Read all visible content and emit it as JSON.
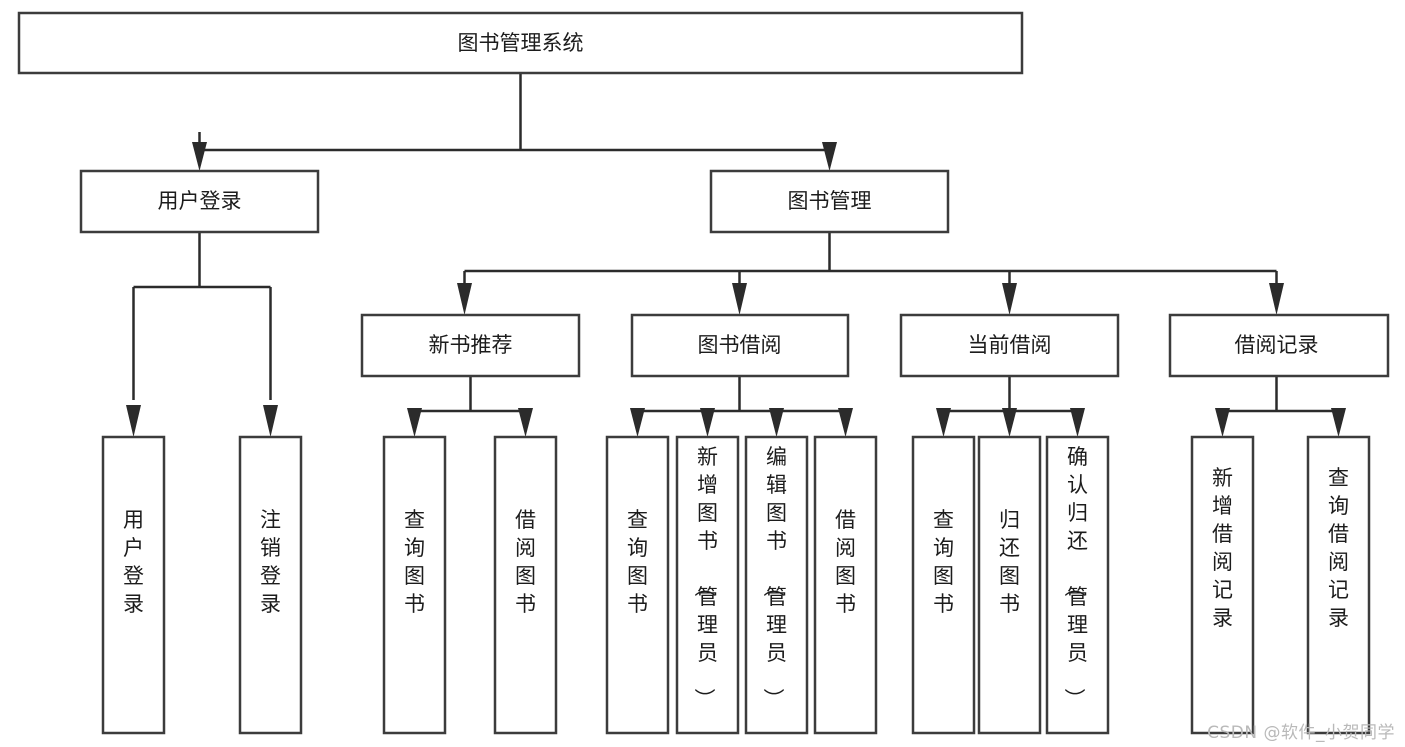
{
  "diagram": {
    "title": "图书管理系统",
    "type": "hierarchy-tree",
    "root": {
      "id": "root",
      "label": "图书管理系统",
      "orientation": "horizontal"
    },
    "level2": [
      {
        "id": "user-login",
        "label": "用户登录",
        "orientation": "horizontal"
      },
      {
        "id": "book-manage",
        "label": "图书管理",
        "orientation": "horizontal"
      }
    ],
    "level3": [
      {
        "id": "new-book-rec",
        "label": "新书推荐",
        "orientation": "horizontal",
        "parent": "book-manage"
      },
      {
        "id": "book-borrow",
        "label": "图书借阅",
        "orientation": "horizontal",
        "parent": "book-manage"
      },
      {
        "id": "current-borrow",
        "label": "当前借阅",
        "orientation": "horizontal",
        "parent": "book-manage"
      },
      {
        "id": "borrow-record",
        "label": "借阅记录",
        "orientation": "horizontal",
        "parent": "book-manage"
      }
    ],
    "leaves": [
      {
        "id": "leaf-user-login",
        "label": "用户登录",
        "parent": "user-login",
        "orientation": "vertical"
      },
      {
        "id": "leaf-logout-login",
        "label": "注销登录",
        "parent": "user-login",
        "orientation": "vertical"
      },
      {
        "id": "leaf-query-book-1",
        "label": "查询图书",
        "parent": "new-book-rec",
        "orientation": "vertical"
      },
      {
        "id": "leaf-borrow-book-1",
        "label": "借阅图书",
        "parent": "new-book-rec",
        "orientation": "vertical"
      },
      {
        "id": "leaf-query-book-2",
        "label": "查询图书",
        "parent": "book-borrow",
        "orientation": "vertical"
      },
      {
        "id": "leaf-add-book",
        "label": "新增图书（管理员）",
        "parent": "book-borrow",
        "orientation": "vertical"
      },
      {
        "id": "leaf-edit-book",
        "label": "编辑图书（管理员）",
        "parent": "book-borrow",
        "orientation": "vertical"
      },
      {
        "id": "leaf-borrow-book-2",
        "label": "借阅图书",
        "parent": "book-borrow",
        "orientation": "vertical"
      },
      {
        "id": "leaf-query-book-3",
        "label": "查询图书",
        "parent": "current-borrow",
        "orientation": "vertical"
      },
      {
        "id": "leaf-return-book",
        "label": "归还图书",
        "parent": "current-borrow",
        "orientation": "vertical"
      },
      {
        "id": "leaf-confirm-return",
        "label": "确认归还（管理员）",
        "parent": "current-borrow",
        "orientation": "vertical"
      },
      {
        "id": "leaf-add-record",
        "label": "新增借阅记录",
        "parent": "borrow-record",
        "orientation": "vertical"
      },
      {
        "id": "leaf-query-record",
        "label": "查询借阅记录",
        "parent": "borrow-record",
        "orientation": "vertical"
      }
    ],
    "colors": {
      "box_fill": "#ffffff",
      "box_stroke": "#3c3c3c",
      "connector": "#2b2b2b",
      "text": "#1c1c1c",
      "background": "#ffffff",
      "watermark": "#b9b9b9"
    }
  },
  "watermark": {
    "text": "CSDN @软件_小贺同学"
  }
}
